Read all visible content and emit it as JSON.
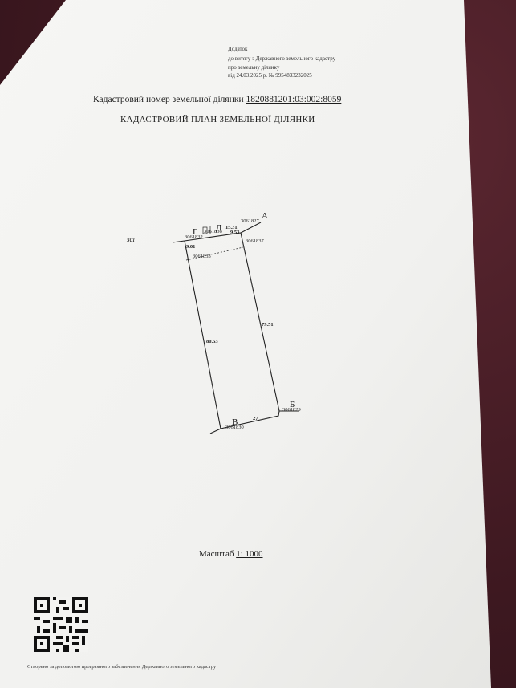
{
  "annex": {
    "line1": "Додаток",
    "line2": "до витягу з Державного земельного кадастру",
    "line3": "про земельну ділянку",
    "line4": "від 24.03.2025 р. № 9954833232025"
  },
  "cadastral": {
    "label": "Кадастровий номер земельної ділянки",
    "number": "1820881201:03:002:8059"
  },
  "plan_title": "КАДАСТРОВИЙ ПЛАН ЗЕМЕЛЬНОЇ ДІЛЯНКИ",
  "points": {
    "a": "А",
    "b": "Б",
    "v": "В",
    "g": "Г",
    "d": "Д"
  },
  "neighbors": {
    "top_right": "3061827",
    "right_upper": "3061837",
    "left_upper": "3061832",
    "inner": "3061833",
    "bottom_right": "3061829",
    "bottom": "3061830",
    "top_small": "3061836"
  },
  "dimensions": {
    "top": "15.31",
    "top_left": "9.01",
    "top_right": "9.53",
    "left": "80.53",
    "right": "79.51",
    "bottom": "27"
  },
  "stray": "ɜcɪ",
  "scale": {
    "label": "Масштаб",
    "value": "1: 1000"
  },
  "footer": "Створено за допомогою програмного забезпечення Державного земельного кадастру",
  "colors": {
    "background": "#4a1f28",
    "paper": "#f3f3f1"
  }
}
